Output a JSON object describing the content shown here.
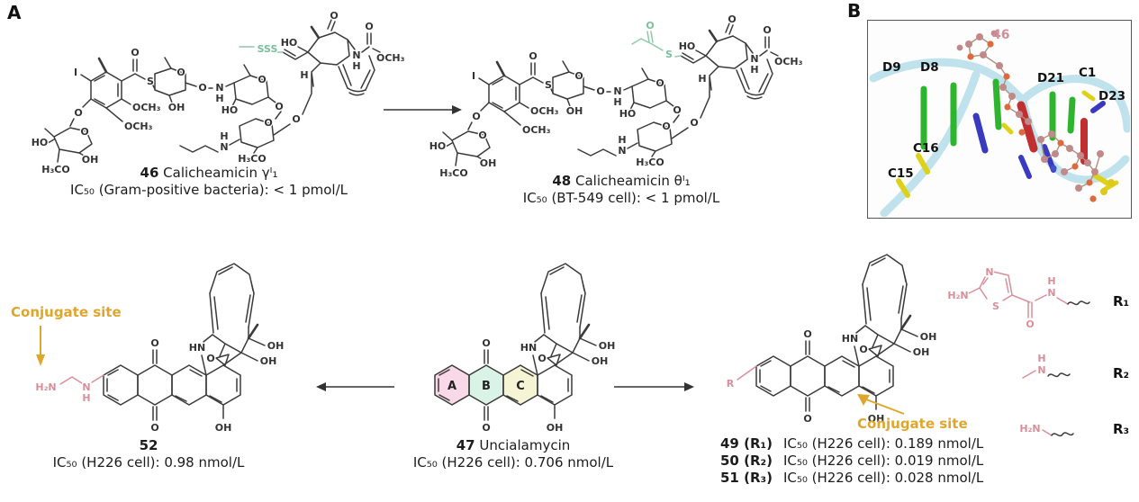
{
  "figure": {
    "panel_a": "A",
    "panel_b": "B"
  },
  "colors": {
    "pink": "#d98f9b",
    "green": "#8fc9a8",
    "orange": "#dfa62e",
    "ring_a_fill": "#f9d9e7",
    "ring_b_fill": "#d9f3e6",
    "ring_c_fill": "#f5f4d4"
  },
  "cali": {
    "atoms": {
      "i": "I",
      "o_keto": "O",
      "s": "S",
      "och3_upper": "OCH₃",
      "oh_sugar1": "OH",
      "och3_lower": "OCH₃",
      "o_glyc": "O",
      "sugA_o": "O",
      "ho_sugA": "HO",
      "oh_sugA": "OH",
      "h3co_sugA": "H₃CO",
      "sug1_o": "O",
      "o_link": "O",
      "n_link": "N",
      "h_link": "H",
      "sug2_o": "O",
      "ho_sug2": "HO",
      "n_amine": "N",
      "h_amine": "H",
      "sug3_o": "O",
      "h3co_sug3": "H₃CO",
      "o_between": "O",
      "o_core": "O",
      "ho_core": "HO",
      "o_keto2": "O",
      "n_carb": "N",
      "h_carb": "H",
      "o_carb": "O",
      "och3_carb": "OCH₃",
      "h_stereo": "H"
    },
    "g46": {
      "sss": "SSS"
    },
    "g48": {
      "o": "O",
      "s": "S"
    }
  },
  "unc": {
    "o_top": "O",
    "o_bot": "O",
    "oh_bot": "OH",
    "hn": "HN",
    "o_ep": "O",
    "oh1": "OH",
    "oh2": "OH"
  },
  "top": {
    "c46": {
      "num": "46",
      "name": " Calicheamicin γᴵ₁",
      "ic": "IC₅₀ (Gram-positive bacteria): < 1 pmol/L"
    },
    "c48": {
      "num": "48",
      "name": " Calicheamicin θᴵ₁",
      "ic": "IC₅₀ (BT-549 cell): < 1 pmol/L"
    }
  },
  "panelB": {
    "tag": "46",
    "d9": "D9",
    "d8": "D8",
    "d21": "D21",
    "c1": "C1",
    "d23": "D23",
    "c16": "C16",
    "c15": "C15"
  },
  "bottom": {
    "s52": {
      "conjugate": "Conjugate site",
      "h2n": "H₂N",
      "n": "N",
      "h": "H",
      "num": "52",
      "ic": "IC₅₀ (H226 cell): 0.98 nmol/L"
    },
    "s47": {
      "ringA": "A",
      "ringB": "B",
      "ringC": "C",
      "num": "47",
      "name": " Uncialamycin",
      "ic": "IC₅₀ (H226 cell): 0.706 nmol/L"
    },
    "s49": {
      "r": "R",
      "conjugate": "Conjugate site",
      "rows": [
        {
          "id": "49 (R₁)",
          "ic": "IC₅₀ (H226 cell): 0.189 nmol/L"
        },
        {
          "id": "50 (R₂)",
          "ic": "IC₅₀ (H226 cell): 0.019 nmol/L"
        },
        {
          "id": "51 (R₃)",
          "ic": "IC₅₀ (H226 cell): 0.028 nmol/L"
        }
      ]
    },
    "rgroups": {
      "h2n1": "H₂N",
      "ring_n": "N",
      "ring_s": "S",
      "o": "O",
      "n1": "N",
      "h1": "H",
      "r1": "R₁",
      "n2": "N",
      "h2": "H",
      "r2": "R₂",
      "h2n3": "H₂N",
      "r3": "R₃"
    }
  }
}
